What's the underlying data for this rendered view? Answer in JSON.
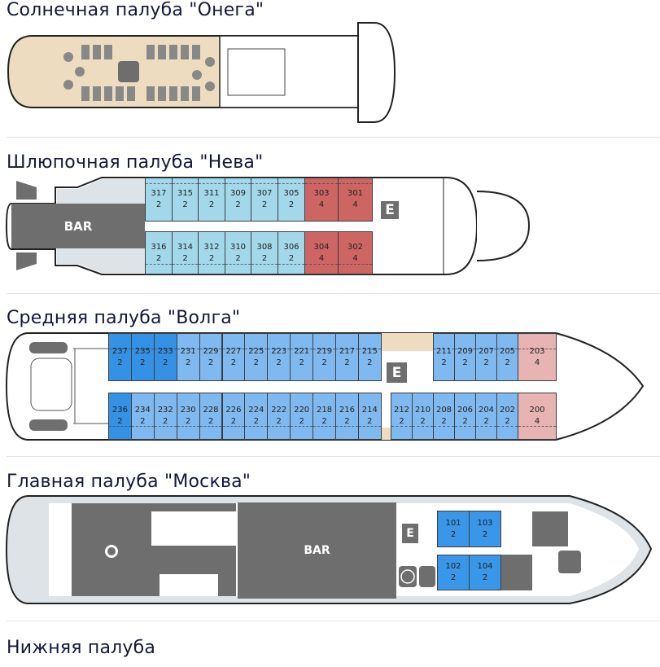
{
  "decks": [
    {
      "title": "Солнечная палуба \"Онега\""
    },
    {
      "title": "Шлюпочная палуба \"Нева\"",
      "bar": "BAR",
      "elevator": "E",
      "cabins_top": [
        [
          "317",
          "2"
        ],
        [
          "315",
          "2"
        ],
        [
          "311",
          "2"
        ],
        [
          "309",
          "2"
        ],
        [
          "307",
          "2"
        ],
        [
          "305",
          "2"
        ],
        [
          "303",
          "4"
        ],
        [
          "301",
          "4"
        ]
      ],
      "cabins_bottom": [
        [
          "316",
          "2"
        ],
        [
          "314",
          "2"
        ],
        [
          "312",
          "2"
        ],
        [
          "310",
          "2"
        ],
        [
          "308",
          "2"
        ],
        [
          "306",
          "2"
        ],
        [
          "304",
          "4"
        ],
        [
          "302",
          "4"
        ]
      ]
    },
    {
      "title": "Средняя палуба \"Волга\"",
      "elevator": "E",
      "cabins_top_aft": [
        [
          "237",
          "2"
        ],
        [
          "235",
          "2"
        ],
        [
          "233",
          "2"
        ],
        [
          "231",
          "2"
        ],
        [
          "229",
          "2"
        ],
        [
          "227",
          "2"
        ],
        [
          "225",
          "2"
        ],
        [
          "223",
          "2"
        ],
        [
          "221",
          "2"
        ],
        [
          "219",
          "2"
        ],
        [
          "217",
          "2"
        ],
        [
          "215",
          "2"
        ]
      ],
      "cabins_top_fwd": [
        [
          "211",
          "2"
        ],
        [
          "209",
          "2"
        ],
        [
          "207",
          "2"
        ],
        [
          "205",
          "2"
        ],
        [
          "203",
          "4"
        ]
      ],
      "cabins_bottom_aft": [
        [
          "236",
          "2"
        ],
        [
          "234",
          "2"
        ],
        [
          "232",
          "2"
        ],
        [
          "230",
          "2"
        ],
        [
          "228",
          "2"
        ],
        [
          "226",
          "2"
        ],
        [
          "224",
          "2"
        ],
        [
          "222",
          "2"
        ],
        [
          "220",
          "2"
        ],
        [
          "218",
          "2"
        ],
        [
          "216",
          "2"
        ],
        [
          "214",
          "2"
        ]
      ],
      "cabins_bottom_fwd": [
        [
          "212",
          "2"
        ],
        [
          "210",
          "2"
        ],
        [
          "208",
          "2"
        ],
        [
          "206",
          "2"
        ],
        [
          "204",
          "2"
        ],
        [
          "202",
          "2"
        ],
        [
          "200",
          "4"
        ]
      ]
    },
    {
      "title": "Главная палуба \"Москва\"",
      "bar": "BAR",
      "elevator": "E",
      "cabins_top": [
        [
          "101",
          "2"
        ],
        [
          "103",
          "2"
        ]
      ],
      "cabins_bottom": [
        [
          "102",
          "2"
        ],
        [
          "104",
          "2"
        ]
      ]
    },
    {
      "title": "Нижняя палуба"
    }
  ],
  "colors": {
    "light_blue": "#a3d8ea",
    "red": "#cd6663",
    "mid_blue": "#80b9f0",
    "dark_blue": "#3591e3",
    "pink": "#e8b3b3",
    "main_blue": "#3a96e8",
    "gray": "#6e6e6e",
    "hull_gray": "#dde3e6",
    "wood": "#eedcc0"
  }
}
